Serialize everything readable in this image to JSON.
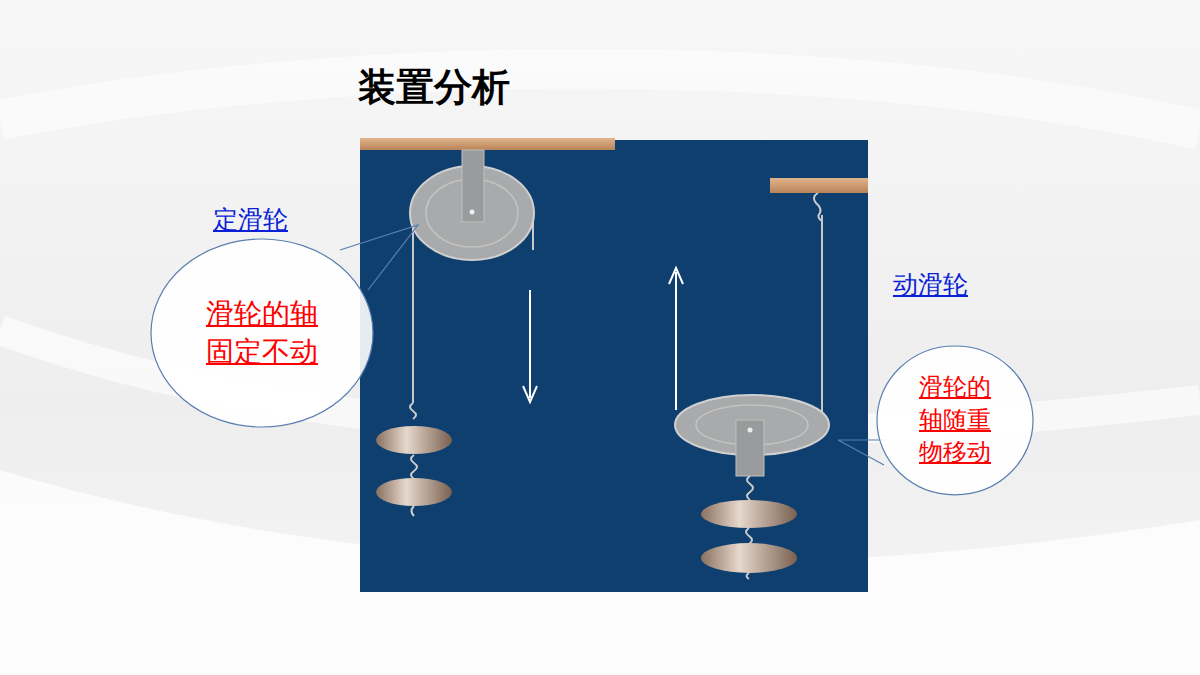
{
  "diagram": {
    "title": "装置分析",
    "nodes": [
      {
        "text": [
          "滑轮的轴 固定不动"
        ]
      },
      {
        "text": [
          "滑轮的 轴随重 物移动"
        ]
      }
    ],
    "labels": [
      "定滑轮",
      "动滑轮"
    ]
  }
}
